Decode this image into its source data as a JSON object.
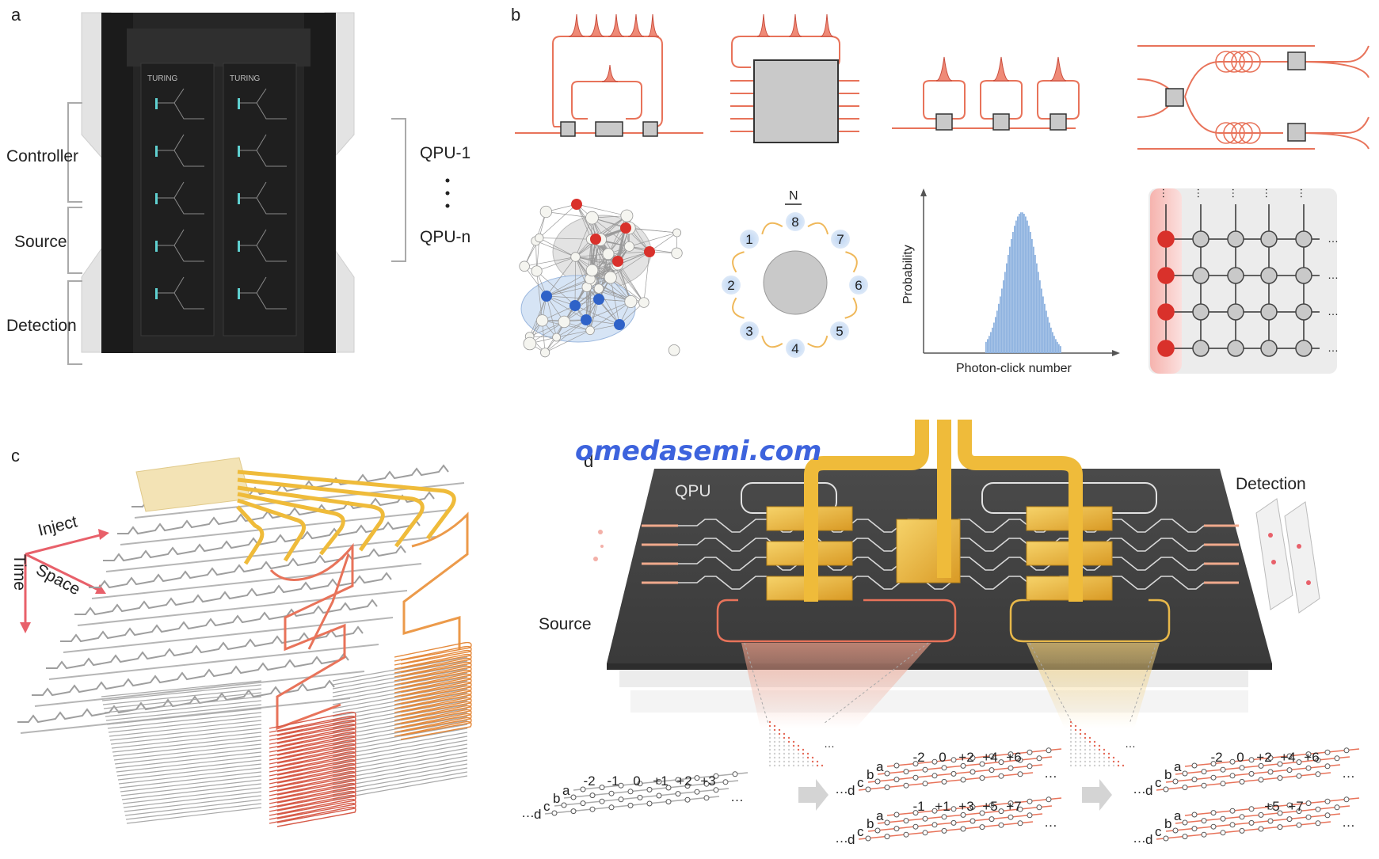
{
  "panels": {
    "a": "a",
    "b": "b",
    "c": "c",
    "d": "d"
  },
  "watermark": "omedasemi.com",
  "panel_a": {
    "cabinet_brand": "TURING",
    "left_labels": [
      "Controller",
      "Source",
      "Detection"
    ],
    "right_labels": {
      "top": "QPU-1",
      "bottom": "QPU-n"
    }
  },
  "panel_b": {
    "ring_header": "N",
    "ring_nodes": [
      "1",
      "2",
      "3",
      "4",
      "5",
      "6",
      "7",
      "8"
    ],
    "histogram": {
      "ylabel": "Probability",
      "xlabel": "Photon-click number"
    },
    "ellipsis": "…"
  },
  "panel_c": {
    "axes": {
      "inject": "Inject",
      "space": "Space",
      "time": "Time"
    }
  },
  "panel_d": {
    "labels": {
      "qpu": "QPU",
      "source": "Source",
      "detection": "Detection"
    },
    "lattice1": {
      "modes": [
        "d",
        "c",
        "b",
        "a"
      ],
      "ticks": [
        "-2",
        "-1",
        "0",
        "+1",
        "+2",
        "+3"
      ]
    },
    "lattice2_top": {
      "modes": [
        "d",
        "c",
        "b",
        "a"
      ],
      "ticks": [
        "-2",
        "0",
        "+2",
        "+4",
        "+6"
      ]
    },
    "lattice2_bottom": {
      "modes": [
        "d",
        "c",
        "b",
        "a"
      ],
      "ticks": [
        "-1",
        "+1",
        "+3",
        "+5",
        "+7"
      ]
    },
    "lattice3_top": {
      "modes": [
        "d",
        "c",
        "b",
        "a"
      ],
      "ticks": [
        "-2",
        "0",
        "+2",
        "+4",
        "+6"
      ]
    },
    "lattice3_bottom": {
      "modes": [
        "d",
        "c",
        "b",
        "a"
      ],
      "ticks": [
        "+5",
        "+7"
      ]
    },
    "dots": "…"
  },
  "colors": {
    "salmon": "#e8735a",
    "gold": "#e8b84a",
    "blue": "#8fb3e0",
    "red": "#d9312b",
    "gray": "#c9c9c9"
  }
}
